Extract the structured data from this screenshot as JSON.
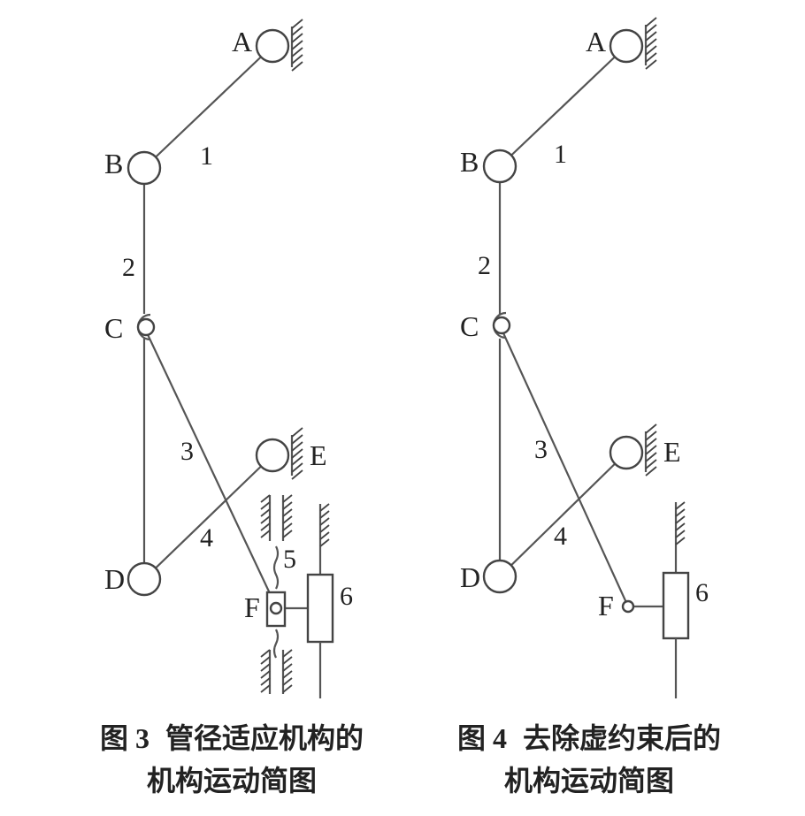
{
  "figures": [
    {
      "id": "fig3",
      "joint_labels": {
        "A": "A",
        "B": "B",
        "C": "C",
        "D": "D",
        "E": "E",
        "F": "F"
      },
      "link_numbers": {
        "l1": "1",
        "l2": "2",
        "l3": "3",
        "l4": "4",
        "l5": "5",
        "l6": "6"
      },
      "caption_line1_num": "图 3",
      "caption_line1_text": "管径适应机构的",
      "caption_line2": "机构运动简图"
    },
    {
      "id": "fig4",
      "joint_labels": {
        "A": "A",
        "B": "B",
        "C": "C",
        "D": "D",
        "E": "E",
        "F": "F"
      },
      "link_numbers": {
        "l1": "1",
        "l2": "2",
        "l3": "3",
        "l4": "4",
        "l6": "6"
      },
      "caption_line1_num": "图 4",
      "caption_line1_text": "去除虚约束后的",
      "caption_line2": "机构运动简图"
    }
  ]
}
